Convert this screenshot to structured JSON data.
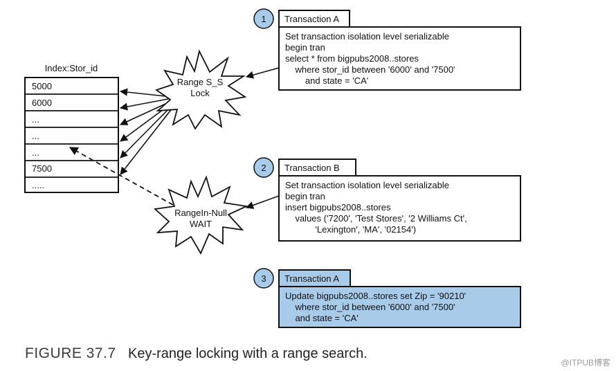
{
  "index": {
    "title": "Index:Stor_id",
    "rows": [
      "5000",
      "6000",
      "...",
      "...",
      "...",
      "7500",
      "....."
    ]
  },
  "locks": {
    "range_ss": {
      "line1": "Range S_S",
      "line2": "Lock"
    },
    "rangein_null": {
      "line1": "RangeIn-Null",
      "line2": "WAIT"
    }
  },
  "steps": [
    {
      "number": "1",
      "header": "Transaction A",
      "lines": [
        "Set transaction isolation level serializable",
        "begin tran",
        "select * from bigpubs2008..stores",
        "    where stor_id between '6000' and '7500'",
        "        and state = 'CA'"
      ]
    },
    {
      "number": "2",
      "header": "Transaction B",
      "lines": [
        "Set transaction isolation level serializable",
        "begin tran",
        "insert bigpubs2008..stores",
        "    values ('7200', 'Test Stores', '2 Williams Ct',",
        "            'Lexington', 'MA', '02154')"
      ]
    },
    {
      "number": "3",
      "header": "Transaction A",
      "lines": [
        "Update bigpubs2008..stores set Zip = '90210'",
        "    where stor_id between '6000' and '7500'",
        "    and state = 'CA'"
      ]
    }
  ],
  "caption": {
    "label": "FIGURE 37.7",
    "text": "Key-range locking with a range search."
  },
  "watermark": "@ITPUB博客",
  "colors": {
    "circle_fill": "#a9cbea",
    "highlight_fill": "#a9cbea",
    "stroke": "#111111"
  }
}
